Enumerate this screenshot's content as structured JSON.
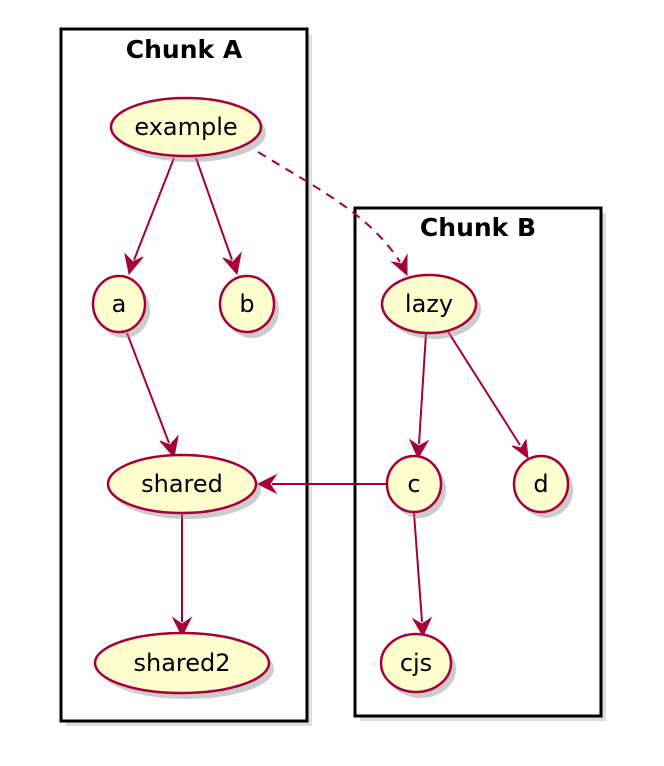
{
  "chunks": [
    {
      "id": "chunkA",
      "title": "Chunk A"
    },
    {
      "id": "chunkB",
      "title": "Chunk B"
    }
  ],
  "nodes": [
    {
      "id": "example",
      "label": "example",
      "chunk": "chunkA"
    },
    {
      "id": "a",
      "label": "a",
      "chunk": "chunkA"
    },
    {
      "id": "b",
      "label": "b",
      "chunk": "chunkA"
    },
    {
      "id": "shared",
      "label": "shared",
      "chunk": "chunkA"
    },
    {
      "id": "shared2",
      "label": "shared2",
      "chunk": "chunkA"
    },
    {
      "id": "lazy",
      "label": "lazy",
      "chunk": "chunkB"
    },
    {
      "id": "c",
      "label": "c",
      "chunk": "chunkB"
    },
    {
      "id": "d",
      "label": "d",
      "chunk": "chunkB"
    },
    {
      "id": "cjs",
      "label": "cjs",
      "chunk": "chunkB"
    }
  ],
  "edges": [
    {
      "from": "example",
      "to": "a",
      "style": "solid"
    },
    {
      "from": "example",
      "to": "b",
      "style": "solid"
    },
    {
      "from": "example",
      "to": "lazy",
      "style": "dashed"
    },
    {
      "from": "a",
      "to": "shared",
      "style": "solid"
    },
    {
      "from": "shared",
      "to": "shared2",
      "style": "solid"
    },
    {
      "from": "lazy",
      "to": "c",
      "style": "solid"
    },
    {
      "from": "lazy",
      "to": "d",
      "style": "solid"
    },
    {
      "from": "c",
      "to": "shared",
      "style": "solid"
    },
    {
      "from": "c",
      "to": "cjs",
      "style": "solid"
    }
  ],
  "colors": {
    "node_fill": "#fefece",
    "node_border": "#a80036",
    "edge": "#a80036",
    "box_border": "#000000"
  }
}
